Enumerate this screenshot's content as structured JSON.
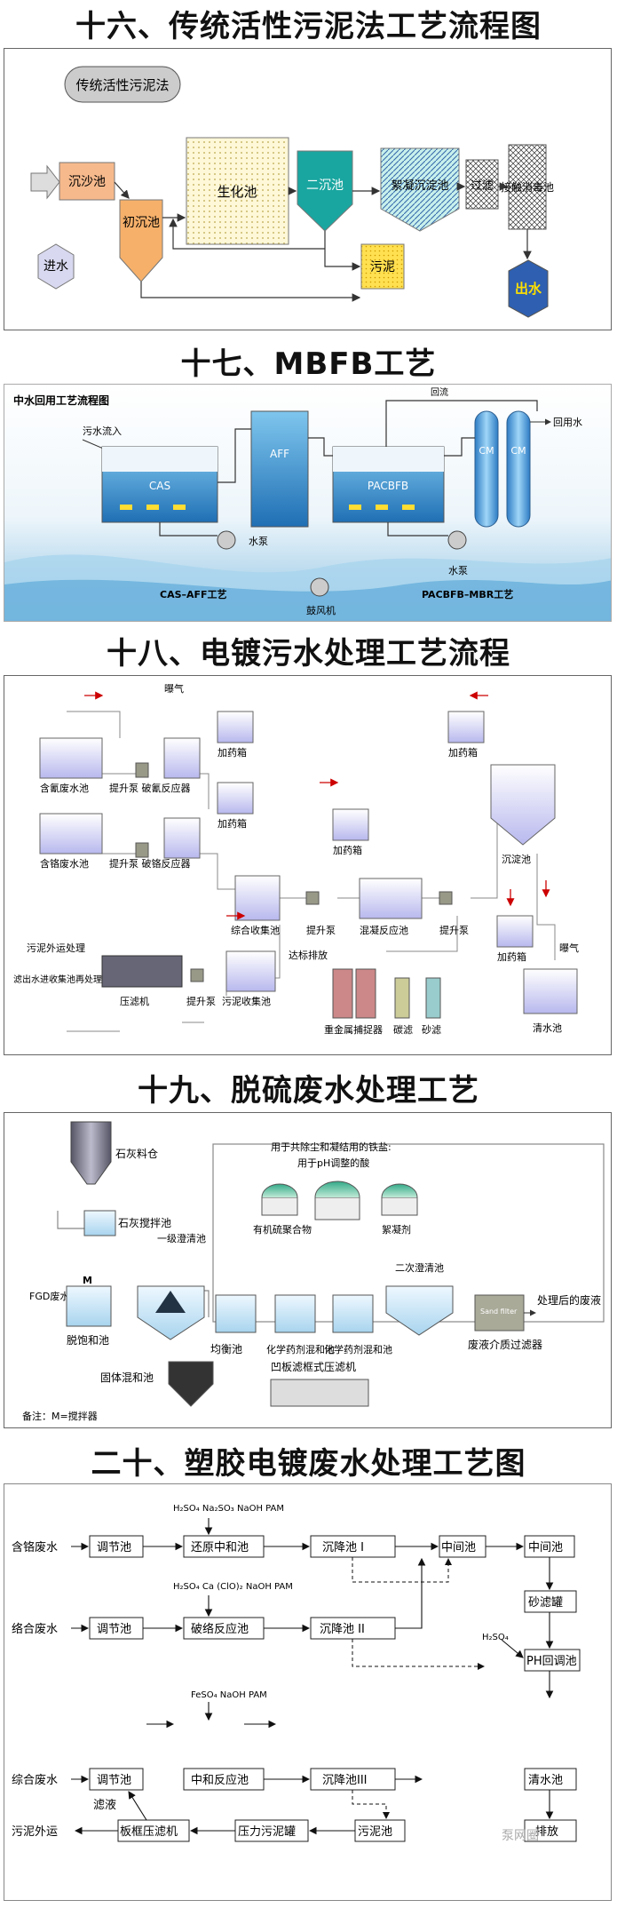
{
  "s16": {
    "title": "十六、传统活性污泥法工艺流程图",
    "badge": "传统活性污泥法",
    "labels": {
      "chensha": "沉沙池",
      "chuchen": "初沉池",
      "shenghua": "生化池",
      "erchen": "二沉池",
      "xuning": "絮凝沉淀池",
      "guolv": "过滤",
      "jiechu": "接触消毒池",
      "jinshui": "进水",
      "wuni": "污泥",
      "chushui": "出水"
    }
  },
  "s17": {
    "title": "十七、MBFB工艺",
    "subtitle": "中水回用工艺流程图",
    "labels": {
      "inflow": "污水流入",
      "cas": "CAS",
      "aff": "AFF",
      "pacbfb": "PACBFB",
      "cm1": "CM",
      "cm2": "CM",
      "huiliu": "回流",
      "huiyong": "回用水",
      "shuibeng1": "水泵",
      "shuibeng2": "水泵",
      "gufengji": "鼓风机",
      "caption1": "CAS–AFF工艺",
      "caption2": "PACBFB–MBR工艺"
    }
  },
  "s18": {
    "title": "十八、电镀污水处理工艺流程",
    "labels": {
      "puqi1": "曝气",
      "jiayaoxiang1": "加药箱",
      "jiayaoxiang2": "加药箱",
      "jiayaoxiang3": "加药箱",
      "jiayaoxiang4": "加药箱",
      "jiayaoxiang5": "加药箱",
      "hanqing": "含氰废水池",
      "hange": "含铬废水池",
      "tisheng1": "提升泵 破氰反应器",
      "tisheng2": "提升泵 破铬反应器",
      "zonghe": "综合收集池",
      "tishengbeng1": "提升泵",
      "hunning": "混凝反应池",
      "tishengbeng2": "提升泵",
      "chendian": "沉淀池",
      "wunichuli": "污泥外运处理",
      "lvye": "滤出水进收集池再处理",
      "yalvji": "压滤机",
      "tishengbeng3": "提升泵",
      "wunishouji": "污泥收集池",
      "dabiao": "达标排放",
      "zhongjinshu": "重金属捕捉器",
      "tanlv": "碳滤",
      "shalv": "砂滤",
      "qingshui": "清水池",
      "puqi2": "曝气"
    }
  },
  "s19": {
    "title": "十九、脱硫废水处理工艺",
    "labels": {
      "shihuiliao": "石灰料仓",
      "shihuijiaoban": "石灰搅拌池",
      "yiji": "一级澄清池",
      "fgd": "FGD废水",
      "tuobao": "脱饱和池",
      "junheng": "均衡池",
      "huaxue1": "化学药剂混和池",
      "huaxue2": "化学药剂混和池",
      "erci": "二次澄清池",
      "feiye": "废液介质过滤器",
      "chulihou": "处理后的废液",
      "youjiliu": "有机硫聚合物",
      "xuningji": "絮凝剂",
      "note1": "用于共除尘和凝结用的铁盐:",
      "note2": "用于pH调整的酸",
      "guti": "固体混和池",
      "aoban": "凹板滤框式压滤机",
      "beizhu": "备注：M=搅拌器",
      "sand": "Sand filter",
      "m": "M"
    }
  },
  "s20": {
    "title": "二十、塑胶电镀废水处理工艺图",
    "labels": {
      "hange": "含铬废水",
      "tiaojie1": "调节池",
      "huanyuan": "还原中和池",
      "chenjiang1": "沉降池 I",
      "zhongjian1": "中间池",
      "zhongjian2": "中间池",
      "reagent1": "H₂SO₄ Na₂SO₃ NaOH PAM",
      "luoge": "络合废水",
      "tiaojie2": "调节池",
      "poluo": "破络反应池",
      "chenjiang2": "沉降池 II",
      "shalv": "砂滤罐",
      "reagent2": "H₂SO₄ Ca (ClO)₂ NaOH PAM",
      "h2so4": "H₂SO₄",
      "ph": "PH回调池",
      "reagent3": "FeSO₄ NaOH PAM",
      "zonghe": "综合废水",
      "tiaojie3": "调节池",
      "zhonghe": "中和反应池",
      "chenjiang3": "沉降池III",
      "qingshui": "清水池",
      "lvye": "滤液",
      "wuniwaiyun": "污泥外运",
      "banyalvji": "板框压滤机",
      "yaliwuni": "压力污泥罐",
      "wunichi": "污泥池",
      "paifang": "排放"
    }
  },
  "watermark": "泵网圈"
}
